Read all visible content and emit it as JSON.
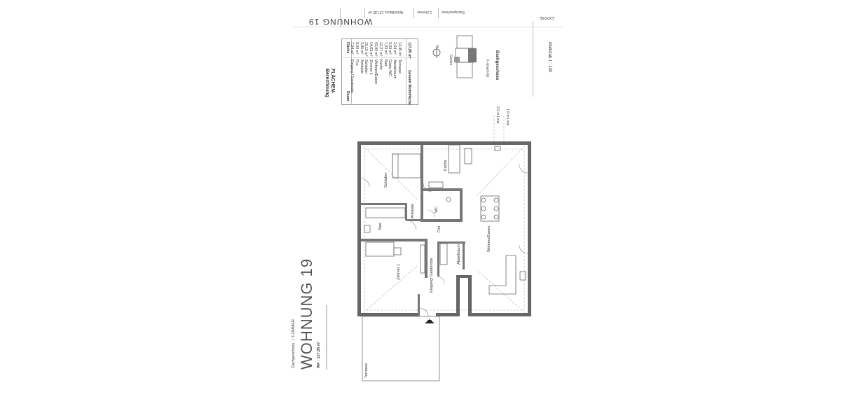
{
  "header": {
    "expose_label": "EXPOSE",
    "floor": "Dachgeschoss",
    "rooms_count": "3 Zimmer",
    "living_area": "Wohnfläche 127,85 m²",
    "title": "WOHNUNG 19"
  },
  "area_table": {
    "heading": "FLÄCHEN-\nBerechnung",
    "col_room": "Raum",
    "col_area": "Fläche",
    "rows": [
      {
        "room": "Eingang / Garderobe",
        "area": "7,54 m²"
      },
      {
        "room": "Flur",
        "area": "3,50 m²"
      },
      {
        "room": "Ankleide",
        "area": "3,86 m²"
      },
      {
        "room": "Schlafen",
        "area": "15,15 m²"
      },
      {
        "room": "Zimmer 1",
        "area": "14,63 m²"
      },
      {
        "room": "Wohnen/Essen",
        "area": "43,90 m²"
      },
      {
        "room": "Küche",
        "area": "12,27 m²"
      },
      {
        "room": "Bad",
        "area": "7,03 m²"
      },
      {
        "room": "Gäste WC",
        "area": "3,53 m²"
      },
      {
        "room": "Abstellraum",
        "area": "2,64 m²"
      },
      {
        "room": "Terrasse",
        "area": "13,45 m²"
      }
    ],
    "total_label": "Gesamt Wohnfläche",
    "total_area": "127,85 m²"
  },
  "keyplan": {
    "north": "N",
    "label_garden": "Garten",
    "label_street": "F.-Ebert-Str.",
    "label_floor": "Dachgeschoss"
  },
  "scale": "Maßstab 1 : 100",
  "height_marks": [
    "2,0 m Linie",
    "1,5 m Linie"
  ],
  "plan": {
    "rooms": {
      "schlafen": "Schlafen",
      "kueche": "Küche",
      "wc": "WC",
      "ankleide": "Ankleide",
      "bad": "Bad",
      "flur": "Flur",
      "wohnen": "Wohnen/Essen",
      "zimmer1": "Zimmer 1",
      "abstell": "Abstellraum",
      "eingang": "Eingang/ Garderobe",
      "terrasse": "Terrasse"
    }
  },
  "footer": {
    "title": "WOHNUNG 19",
    "wf": "WF : 127,85 m²",
    "subtitle": "Dachgeschoss : | 3 ZIMMER"
  }
}
